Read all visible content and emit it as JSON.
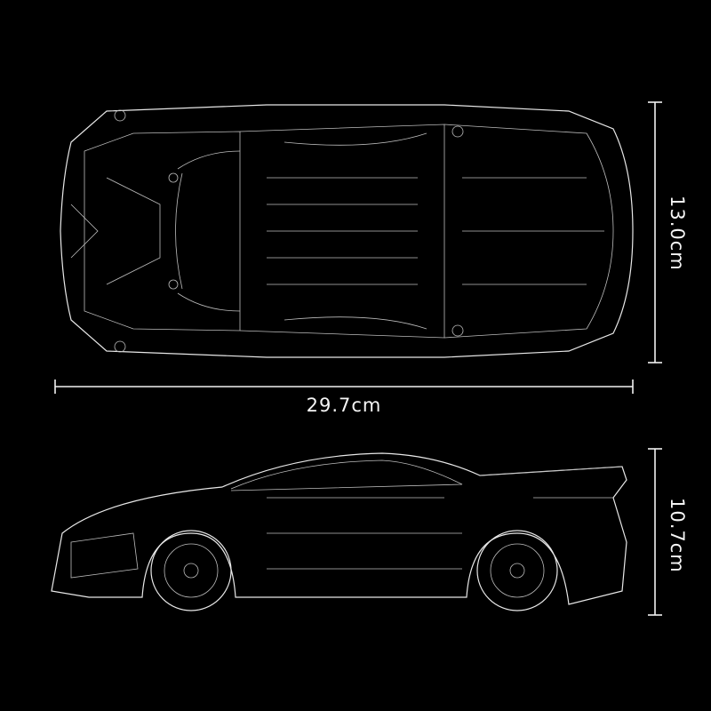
{
  "dimensions": {
    "width_top": "13.0cm",
    "length": "29.7cm",
    "height_side": "10.7cm"
  },
  "colors": {
    "background": "#000000",
    "lines": "#e8e8e8"
  }
}
